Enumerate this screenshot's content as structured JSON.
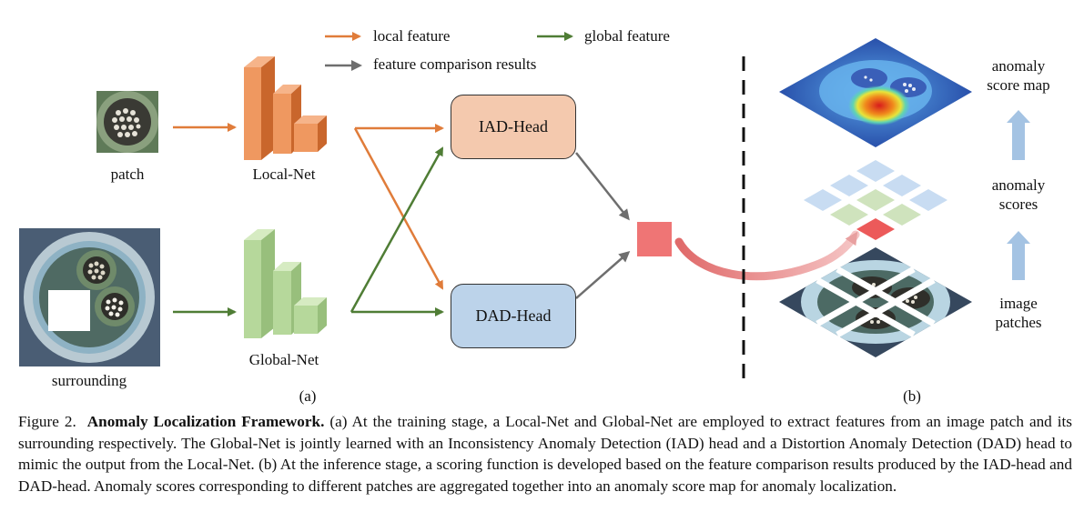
{
  "legend": {
    "local": "local feature",
    "global": "global feature",
    "comparison": "feature comparison results"
  },
  "labels": {
    "patch": "patch",
    "surrounding": "surrounding",
    "local_net": "Local-Net",
    "global_net": "Global-Net",
    "iad_head": "IAD-Head",
    "dad_head": "DAD-Head",
    "anomaly_score_map": [
      "anomaly",
      "score map"
    ],
    "anomaly_scores": [
      "anomaly",
      "scores"
    ],
    "image_patches": [
      "image",
      "patches"
    ],
    "panel_a": "(a)",
    "panel_b": "(b)"
  },
  "caption": {
    "figure_label": "Figure 2.",
    "title": "Anomaly Localization Framework.",
    "body": "(a) At the training stage, a Local-Net and Global-Net are employed to extract features from an image patch and its surrounding respectively. The Global-Net is jointly learned with an Inconsistency Anomaly Detection (IAD) head and a Distortion Anomaly Detection (DAD) head to mimic the output from the Local-Net. (b) At the inference stage, a scoring function is developed based on the feature comparison results produced by the IAD-head and DAD-head. Anomaly scores corresponding to different patches are aggregated together into an anomaly score map for anomaly localization."
  },
  "colors": {
    "local": "#e07c3a",
    "global": "#4f7d35",
    "comparison": "#6e6e6e",
    "iad_fill": "#f4c9ae",
    "dad_fill": "#bcd3ea",
    "score_red": "#e57373",
    "upward_arrow": "#a4c3e3"
  }
}
